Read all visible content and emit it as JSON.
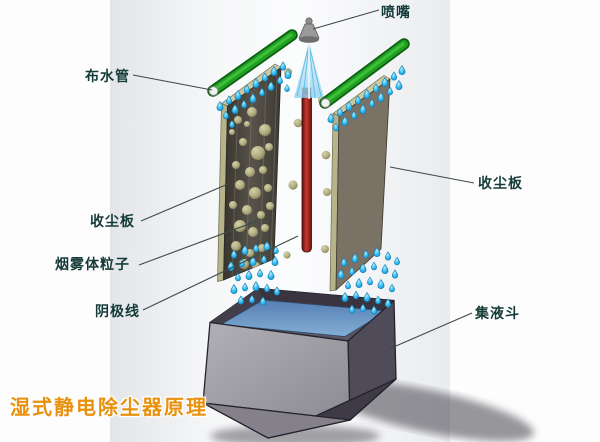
{
  "title": "湿式静电除尘器原理",
  "labels": {
    "nozzle": "喷嘴",
    "water_pipe": "布水管",
    "collecting_plate_left": "收尘板",
    "smoke_particles": "烟雾体粒子",
    "cathode_wire": "阴极线",
    "collecting_plate_right": "收尘板",
    "liquid_hopper": "集液斗"
  },
  "icons": {
    "droplet": "water-droplet-icon",
    "spray": "spray-fan-icon"
  },
  "colors": {
    "title_orange": "#e8910c",
    "label_text": "#143b38",
    "pipe_green": "#1fa021",
    "spray_blue": "#9bd7f2",
    "droplet_blue": "#2ab1e8",
    "cathode_red": "#a01818",
    "plate_left_face_dark": "#46433c",
    "plate_edge_khaki": "#b7b48c",
    "plate_right_face_taupe": "#7a7365",
    "particle_khaki": "#b5b184",
    "hopper_gray": "#9b9ba2",
    "hopper_dark_side": "#504b58",
    "water_surface_blue": "#6f9cc8",
    "leader_line": "#3c4a4a"
  }
}
